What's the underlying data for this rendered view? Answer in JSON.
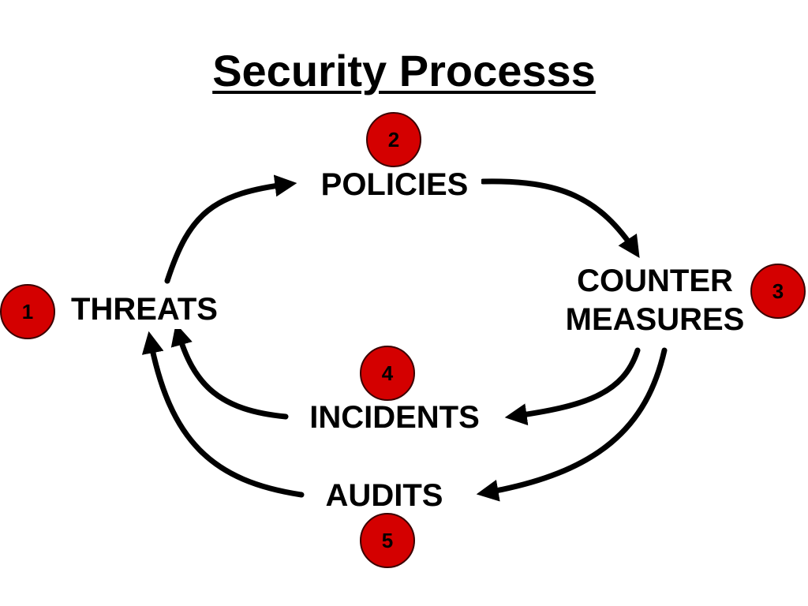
{
  "title": "Security Processs",
  "nodes": {
    "policies": "POLICIES",
    "threats": "THREATS",
    "counter_line1": "COUNTER",
    "counter_line2": "MEASURES",
    "incidents": "INCIDENTS",
    "audits": "AUDITS"
  },
  "badges": {
    "threats": "1",
    "policies": "2",
    "counter_measures": "3",
    "incidents": "4",
    "audits": "5"
  },
  "colors": {
    "badge_fill": "#d40000",
    "text": "#000000",
    "arrow": "#000000"
  }
}
